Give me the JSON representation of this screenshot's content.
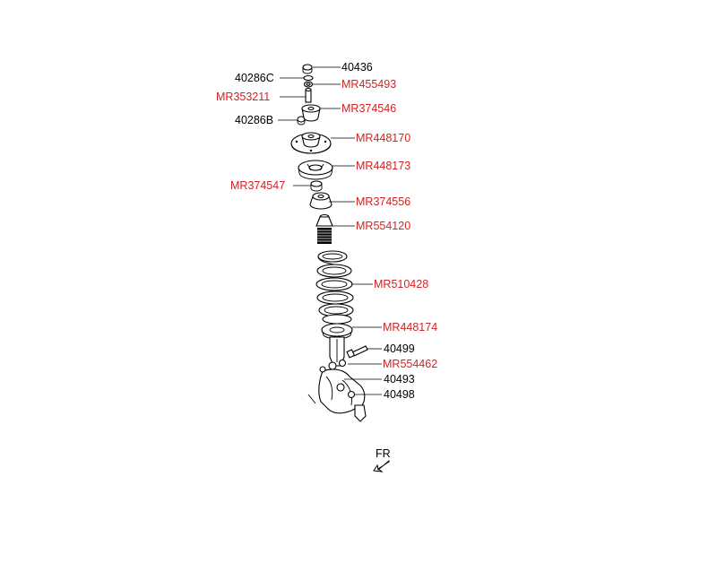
{
  "labels": {
    "p40436": "40436",
    "p40286C": "40286C",
    "pMR455493": "MR455493",
    "pMR353211": "MR353211",
    "pMR374546": "MR374546",
    "p40286B": "40286B",
    "pMR448170": "MR448170",
    "pMR448173": "MR448173",
    "pMR374547": "MR374547",
    "pMR374556": "MR374556",
    "pMR554120": "MR554120",
    "pMR510428": "MR510428",
    "pMR448174": "MR448174",
    "p40499": "40499",
    "pMR554462": "MR554462",
    "p40493": "40493",
    "p40498": "40498"
  },
  "front_marker": {
    "text": "FR"
  },
  "colors": {
    "linked_part": "#d42222",
    "plain_part": "#000000"
  }
}
